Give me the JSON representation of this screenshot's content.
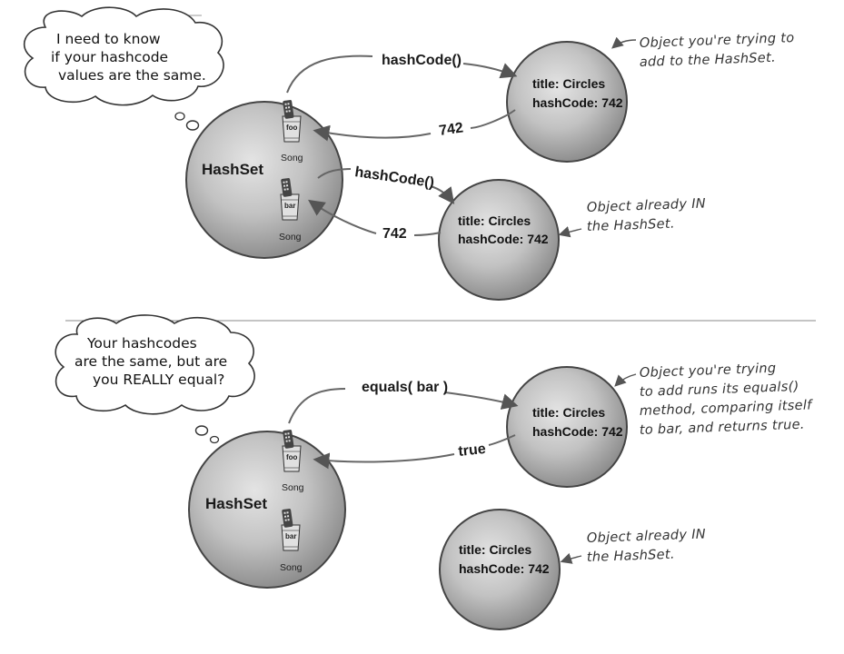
{
  "panel1": {
    "thought": [
      "I need to know",
      "if your hashcode",
      "values are the same."
    ],
    "hashset_label": "HashSet",
    "song1": {
      "cup": "foo",
      "label": "Song"
    },
    "song2": {
      "cup": "bar",
      "label": "Song"
    },
    "call1": "hashCode()",
    "return1": "742",
    "call2": "hashCode()",
    "return2": "742",
    "obj_new": {
      "title": "title: Circles",
      "hash": "hashCode: 742"
    },
    "obj_in": {
      "title": "title: Circles",
      "hash": "hashCode: 742"
    },
    "note_new": [
      "Object you're trying to",
      "add to the HashSet."
    ],
    "note_in": [
      "Object already IN",
      "the HashSet."
    ]
  },
  "panel2": {
    "thought": [
      "Your hashcodes",
      "are the same, but are",
      "you REALLY equal?"
    ],
    "hashset_label": "HashSet",
    "song1": {
      "cup": "foo",
      "label": "Song"
    },
    "song2": {
      "cup": "bar",
      "label": "Song"
    },
    "call": "equals( bar )",
    "return": "true",
    "obj_new": {
      "title": "title: Circles",
      "hash": "hashCode: 742"
    },
    "obj_in": {
      "title": "title: Circles",
      "hash": "hashCode: 742"
    },
    "note_new": [
      "Object you're trying",
      "to add runs its equals()",
      "method, comparing itself",
      "to bar, and returns true."
    ],
    "note_in": [
      "Object already IN",
      "the HashSet."
    ]
  }
}
